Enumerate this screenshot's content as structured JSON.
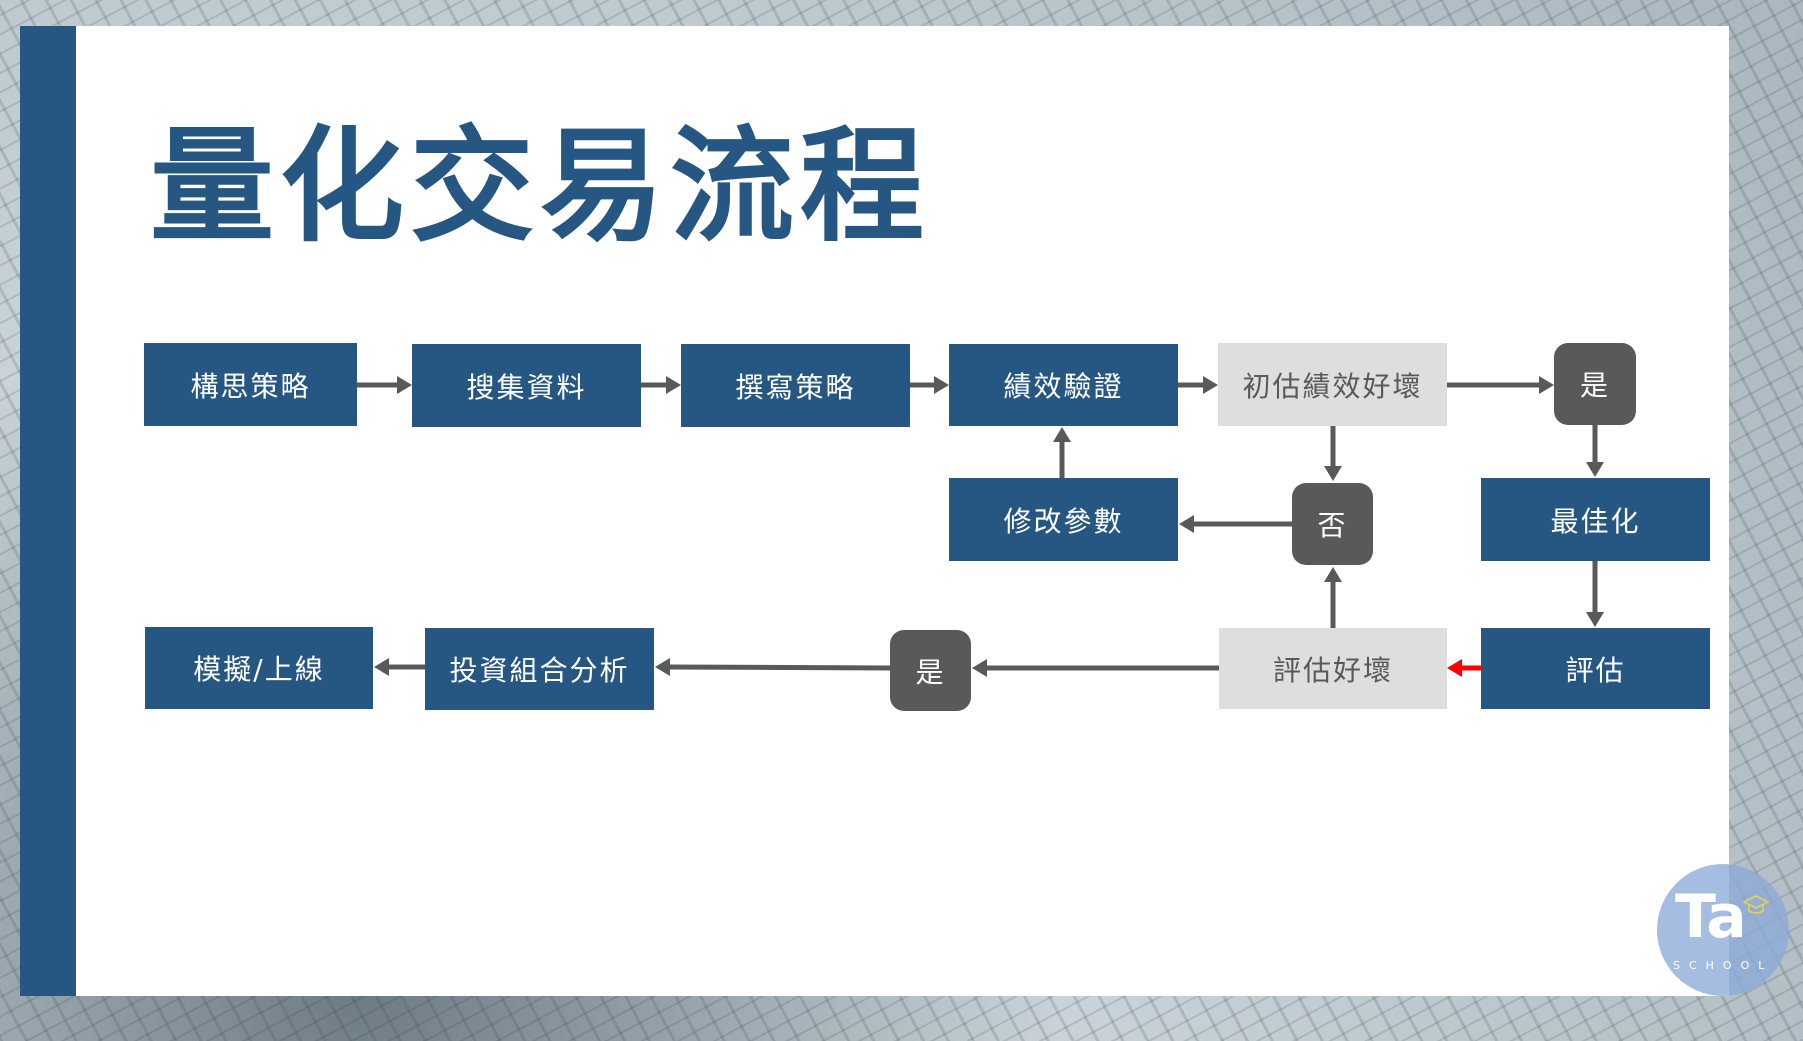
{
  "slide": {
    "title": "量化交易流程"
  },
  "colors": {
    "accent_blue": "#265783",
    "decision_gray": "#595959",
    "evaluation_gray": "#DEDEDE",
    "highlight_arrow": "#FF0000"
  },
  "flow": {
    "row1": {
      "step1": "構思策略",
      "step2": "搜集資料",
      "step3": "撰寫策略",
      "step4": "績效驗證",
      "step5": "初估績效好壞",
      "yes1": "是"
    },
    "row2": {
      "modify": "修改參數",
      "no": "否",
      "optimize": "最佳化"
    },
    "row3": {
      "deploy": "模擬/上線",
      "portfolio": "投資組合分析",
      "yes2": "是",
      "evaluate_quality": "評估好壞",
      "evaluate": "評估"
    }
  },
  "logo": {
    "text": "Ta",
    "subtext": "SCHOOL"
  }
}
